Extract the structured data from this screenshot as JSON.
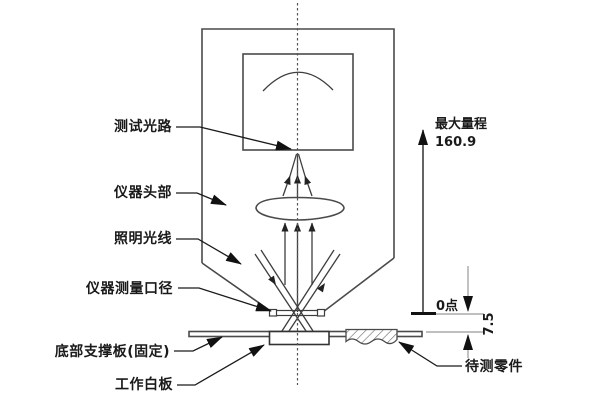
{
  "diagram": {
    "labels": {
      "test_light_path": "测试光路",
      "instrument_head": "仪器头部",
      "illumination_light": "照明光线",
      "measuring_aperture": "仪器测量口径",
      "bottom_support_plate": "底部支撑板(固定)",
      "working_white_board": "工作白板",
      "part_under_test": "待测零件",
      "max_range_label": "最大量程",
      "max_range_value": "160.9",
      "zero_point": "0点",
      "offset_value": "7.5"
    },
    "colors": {
      "background": "#ffffff",
      "structure_line": "#4a4a4a",
      "label_text": "#1a1a1a",
      "dimension_line": "#999999",
      "arrow_fill": "#111111"
    }
  }
}
